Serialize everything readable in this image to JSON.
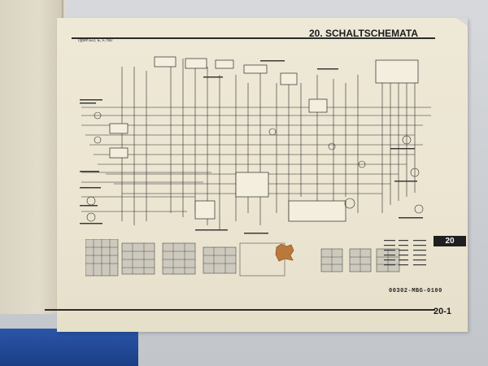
{
  "document": {
    "section_title": "20. SCHALTSCHEMATA",
    "model_line": "Typen ED, E, F, ND",
    "tab_number": "20",
    "part_number": "00302-MBG-0100",
    "page_number": "20-1"
  },
  "colors": {
    "paper": "#ece6d3",
    "ink": "#1e1e1e",
    "tab_background": "#1f1f1f",
    "book_blue": "#23479a",
    "table_background": "#cdc9bd"
  }
}
